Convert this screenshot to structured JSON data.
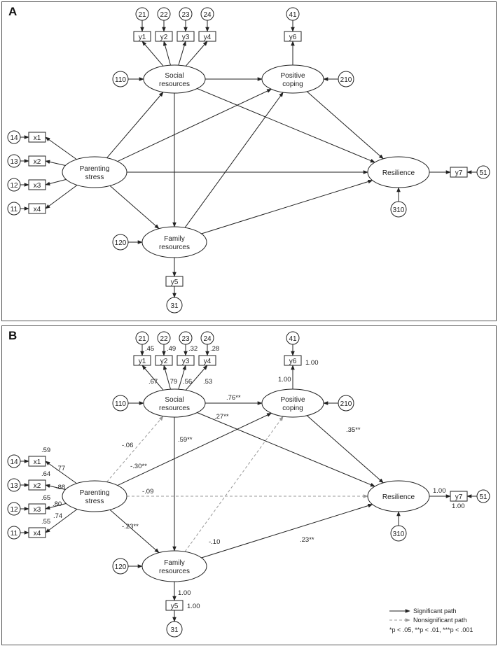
{
  "panels": [
    {
      "label": "A",
      "show_coefficients": false
    },
    {
      "label": "B",
      "show_coefficients": true
    }
  ],
  "latents": {
    "social": [
      "Social",
      "resources"
    ],
    "coping": [
      "Positive",
      "coping"
    ],
    "stress": [
      "Parenting",
      "stress"
    ],
    "family": [
      "Family",
      "resources"
    ],
    "resil": [
      "Resilience"
    ]
  },
  "indicators": {
    "y1": "y1",
    "y2": "y2",
    "y3": "y3",
    "y4": "y4",
    "y6": "y6",
    "x1": "x1",
    "x2": "x2",
    "x3": "x3",
    "x4": "x4",
    "y5": "y5",
    "y7": "y7"
  },
  "errors": {
    "e21": "21",
    "e22": "22",
    "e23": "23",
    "e24": "24",
    "e41": "41",
    "e14": "14",
    "e13": "13",
    "e12": "12",
    "e11": "11",
    "e31": "31",
    "e51": "51",
    "e110": "110",
    "e120": "120",
    "e210": "210",
    "e310": "310"
  },
  "paths": [
    {
      "id": "stress-social",
      "from": "stress",
      "to": "social",
      "significant": false,
      "coef": "-.06"
    },
    {
      "id": "stress-coping",
      "from": "stress",
      "to": "coping",
      "significant": true,
      "coef": "-.30**"
    },
    {
      "id": "stress-resil",
      "from": "stress",
      "to": "resil",
      "significant": false,
      "coef": "-.09"
    },
    {
      "id": "stress-family",
      "from": "stress",
      "to": "family",
      "significant": true,
      "coef": "-.23**"
    },
    {
      "id": "social-coping",
      "from": "social",
      "to": "coping",
      "significant": true,
      "coef": ".76**"
    },
    {
      "id": "social-resil",
      "from": "social",
      "to": "resil",
      "significant": true,
      "coef": ".27**"
    },
    {
      "id": "social-family",
      "from": "social",
      "to": "family",
      "significant": true,
      "coef": ".59**"
    },
    {
      "id": "family-coping",
      "from": "family",
      "to": "coping",
      "significant": false,
      "coef": "-.10"
    },
    {
      "id": "family-resil",
      "from": "family",
      "to": "resil",
      "significant": true,
      "coef": ".23**"
    },
    {
      "id": "coping-resil",
      "from": "coping",
      "to": "resil",
      "significant": true,
      "coef": ".35**"
    }
  ],
  "loadings": {
    "y1": ".67",
    "y2": ".79",
    "y3": ".56",
    "y4": ".53",
    "x1": ".77",
    "x2": ".88",
    "x3": ".80",
    "x4": ".74",
    "y6": "1.00",
    "y5": "1.00",
    "y7": "1.00"
  },
  "r_squared": {
    "y1": ".45",
    "y2": ".49",
    "y3": ".32",
    "y4": ".28",
    "x1": ".59",
    "x2": ".64",
    "x3": ".65",
    "x4": ".55",
    "y6": "1.00",
    "y5": "1.00",
    "y7": "1.00"
  },
  "legend": {
    "significant": "Significant path",
    "nonsignificant": "Nonsignificant path",
    "note": "*p < .05, **p < .01, ***p < .001"
  }
}
